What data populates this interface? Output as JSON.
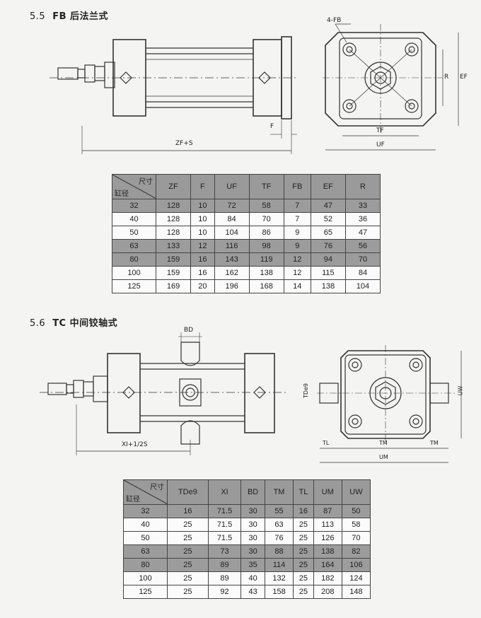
{
  "section_fb": {
    "number": "5.5",
    "title": "FB 后法兰式",
    "labels": {
      "zf_s": "ZF+S",
      "f": "F",
      "tf": "TF",
      "uf": "UF",
      "r": "R",
      "ef": "EF",
      "fb_holes": "4-FB"
    },
    "table": {
      "corner_top": "尺寸",
      "corner_bottom": "缸径",
      "headers": [
        "ZF",
        "F",
        "UF",
        "TF",
        "FB",
        "EF",
        "R"
      ],
      "rows": [
        {
          "bore": "32",
          "cells": [
            "128",
            "10",
            "72",
            "58",
            "7",
            "47",
            "33"
          ]
        },
        {
          "bore": "40",
          "cells": [
            "128",
            "10",
            "84",
            "70",
            "7",
            "52",
            "36"
          ]
        },
        {
          "bore": "50",
          "cells": [
            "128",
            "10",
            "104",
            "86",
            "9",
            "65",
            "47"
          ]
        },
        {
          "bore": "63",
          "cells": [
            "133",
            "12",
            "116",
            "98",
            "9",
            "76",
            "56"
          ]
        },
        {
          "bore": "80",
          "cells": [
            "159",
            "16",
            "143",
            "119",
            "12",
            "94",
            "70"
          ]
        },
        {
          "bore": "100",
          "cells": [
            "159",
            "16",
            "162",
            "138",
            "12",
            "115",
            "84"
          ]
        },
        {
          "bore": "125",
          "cells": [
            "169",
            "20",
            "196",
            "168",
            "14",
            "138",
            "104"
          ]
        }
      ]
    }
  },
  "section_tc": {
    "number": "5.6",
    "title": "TC 中间铰轴式",
    "labels": {
      "bd": "BD",
      "xi": "XI+1/2S",
      "tde9": "TDe9",
      "tl_left": "TL",
      "tm": "TM",
      "tl_right": "TM",
      "um": "UM",
      "uw": "UW"
    },
    "table": {
      "corner_top": "尺寸",
      "corner_bottom": "缸径",
      "headers": [
        "TDe9",
        "XI",
        "BD",
        "TM",
        "TL",
        "UM",
        "UW"
      ],
      "rows": [
        {
          "bore": "32",
          "cells": [
            "16",
            "71.5",
            "30",
            "55",
            "16",
            "87",
            "50"
          ]
        },
        {
          "bore": "40",
          "cells": [
            "25",
            "71.5",
            "30",
            "63",
            "25",
            "113",
            "58"
          ]
        },
        {
          "bore": "50",
          "cells": [
            "25",
            "71.5",
            "30",
            "76",
            "25",
            "126",
            "70"
          ]
        },
        {
          "bore": "63",
          "cells": [
            "25",
            "73",
            "30",
            "88",
            "25",
            "138",
            "82"
          ]
        },
        {
          "bore": "80",
          "cells": [
            "25",
            "89",
            "35",
            "114",
            "25",
            "164",
            "106"
          ]
        },
        {
          "bore": "100",
          "cells": [
            "25",
            "89",
            "40",
            "132",
            "25",
            "182",
            "124"
          ]
        },
        {
          "bore": "125",
          "cells": [
            "25",
            "92",
            "43",
            "158",
            "25",
            "208",
            "148"
          ]
        }
      ]
    }
  }
}
